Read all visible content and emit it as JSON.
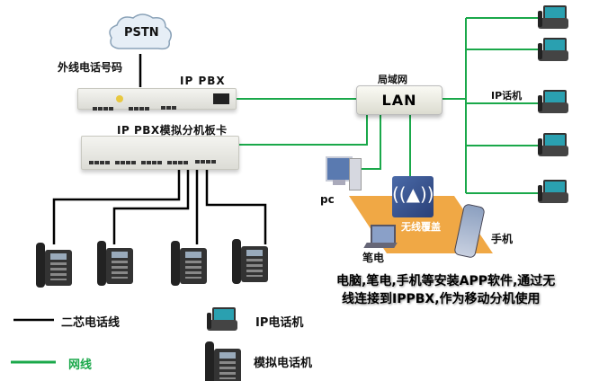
{
  "pstn": {
    "label": "PSTN"
  },
  "labels": {
    "outside_line": "外线电话号码",
    "ip_pbx": "IP PBX",
    "analog_card": "IP PBX模拟分机板卡",
    "lan_caption": "局域网",
    "lan": "LAN",
    "ip_phone": "IP话机",
    "pc": "pc",
    "wireless": "无线覆盖",
    "laptop": "笔电",
    "mobile": "手机"
  },
  "description": [
    "电脑,笔电,手机等安装APP软件,通过无",
    "线连接到IPPBX,作为移动分机使用"
  ],
  "legend": [
    {
      "label": "二芯电话线",
      "color": "#000000"
    },
    {
      "label": "网线",
      "color": "#1aa84a"
    },
    {
      "label": "IP电话机",
      "icon": "ip-phone-icon"
    },
    {
      "label": "模拟电话机",
      "icon": "analog-phone-icon"
    }
  ],
  "colors": {
    "network": "#1aa84a",
    "phone_line": "#000000",
    "coverage": "#f0a845",
    "legend_net_text": "#1aa84a"
  }
}
